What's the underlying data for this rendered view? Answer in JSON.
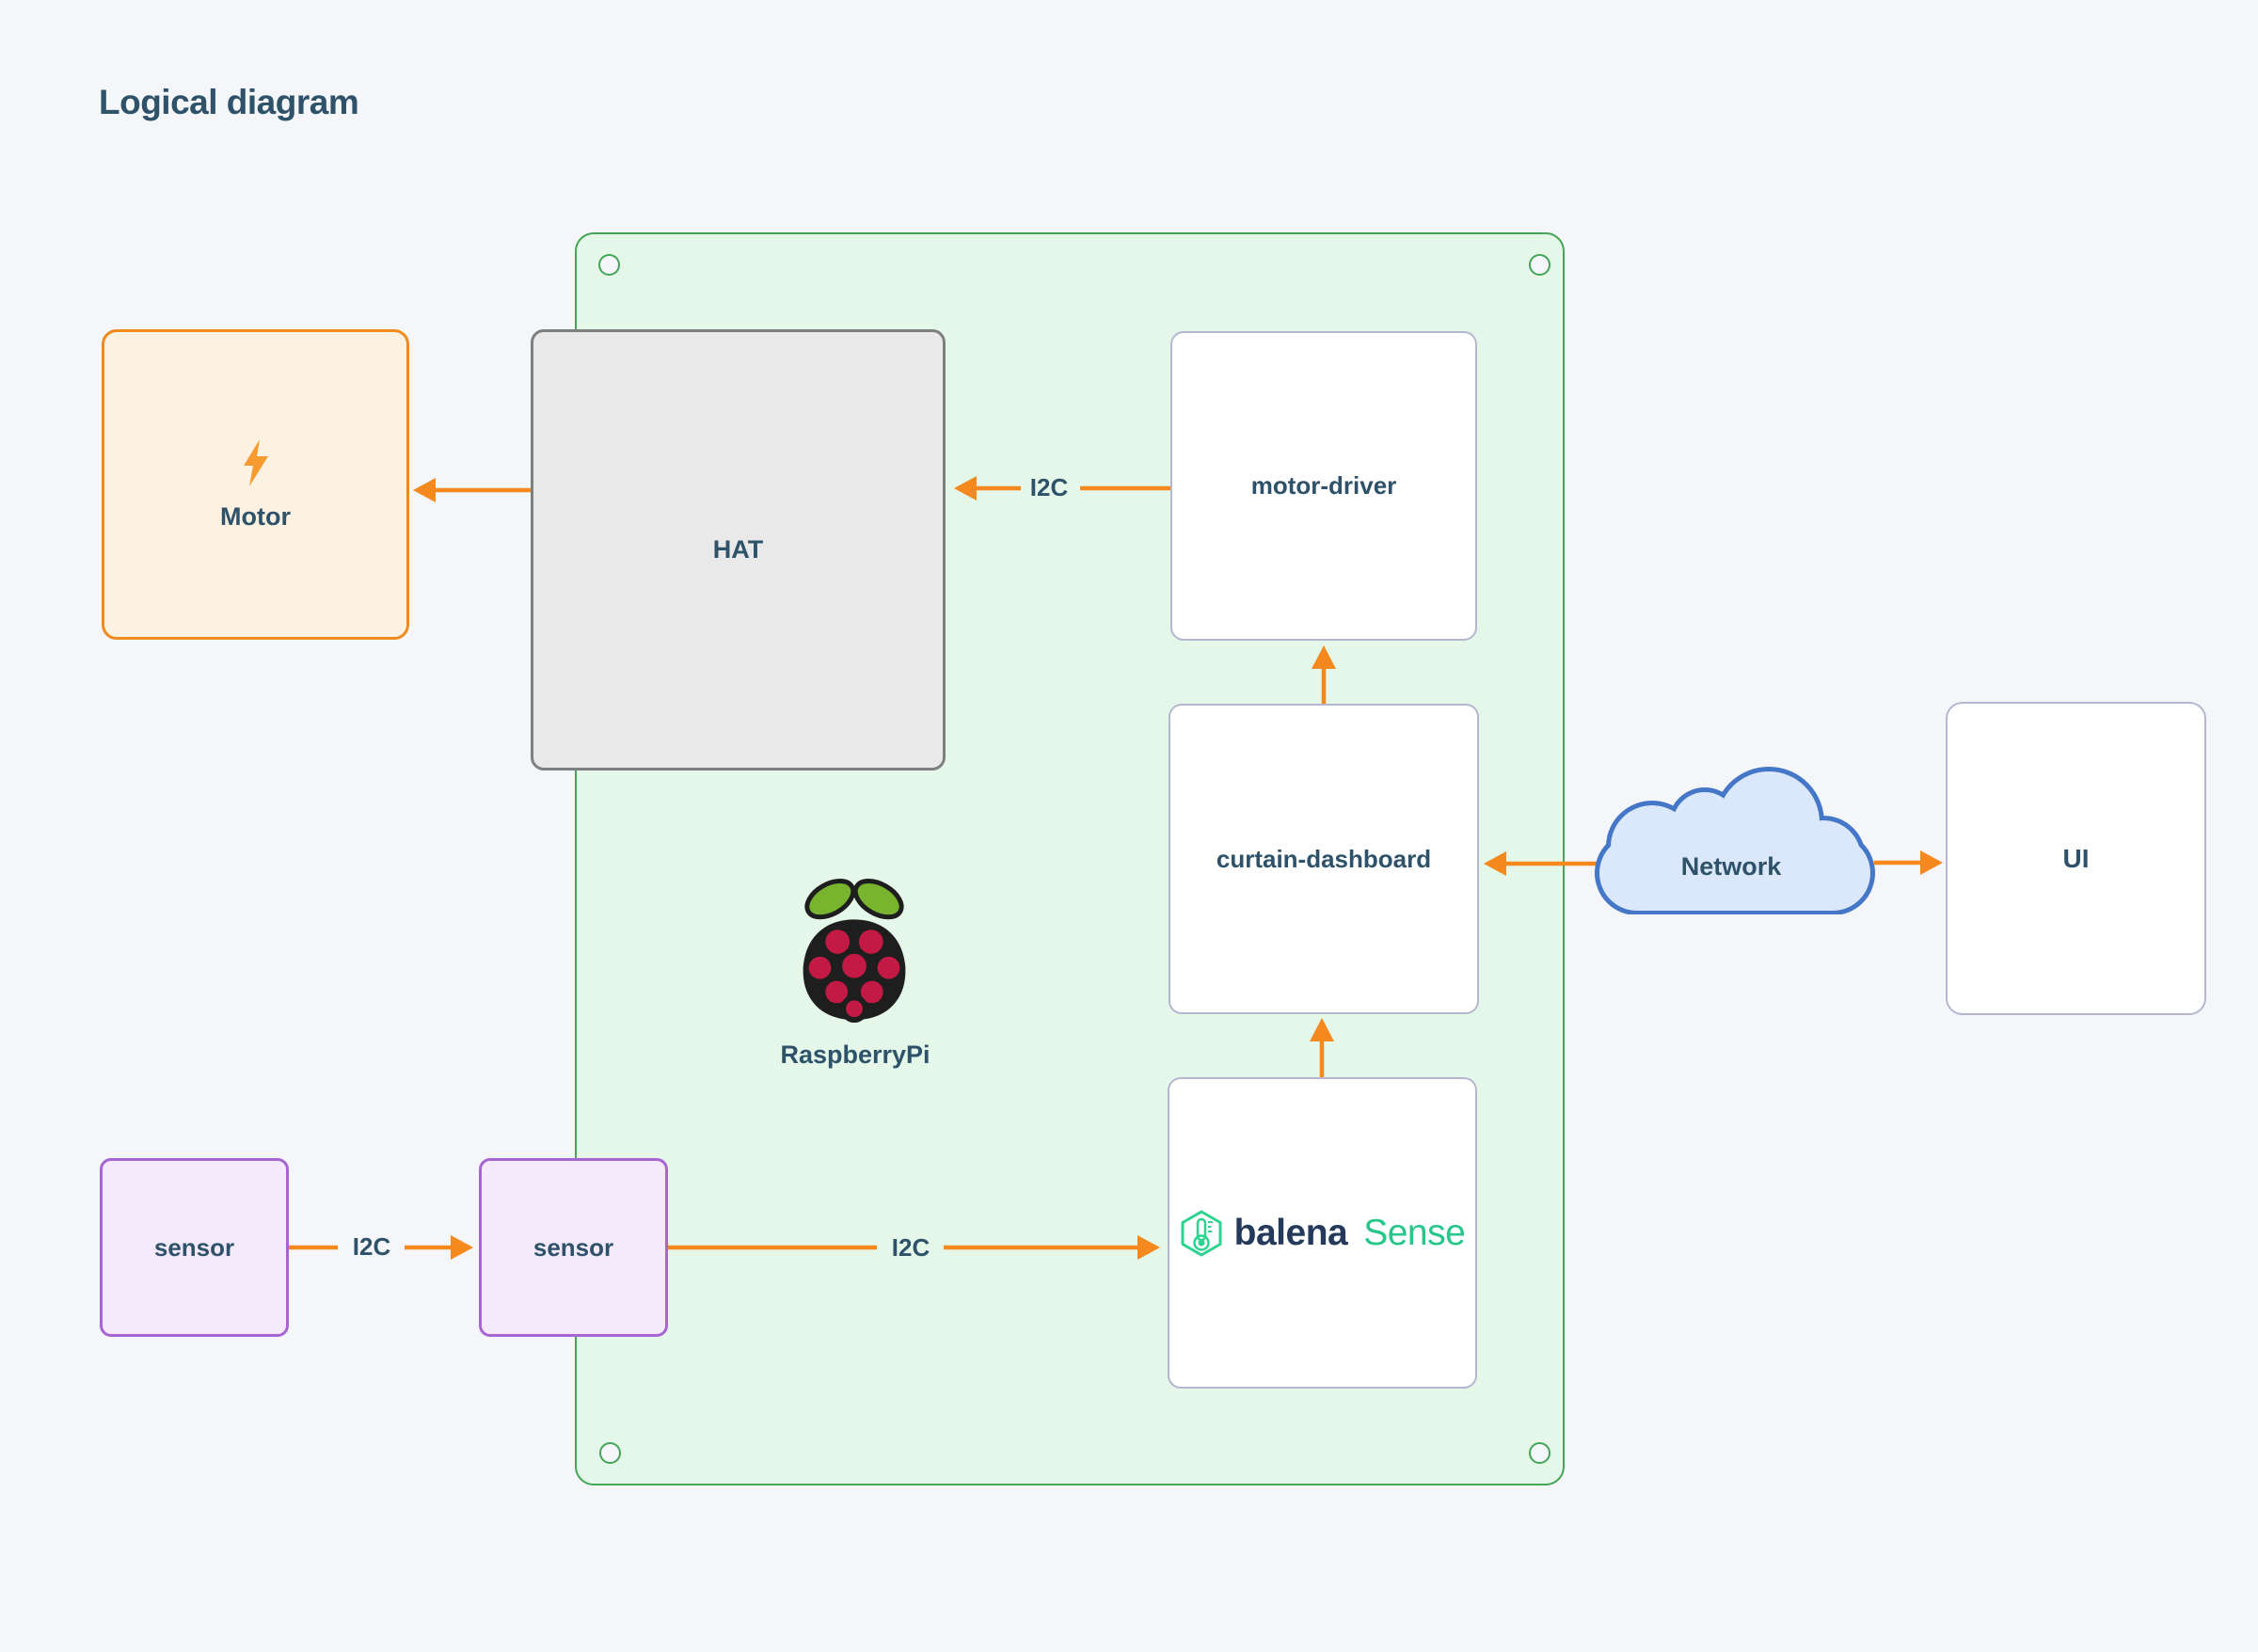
{
  "title": "Logical diagram",
  "nodes": {
    "motor": {
      "label": "Motor"
    },
    "hat": {
      "label": "HAT"
    },
    "motor_driver": {
      "label": "motor-driver"
    },
    "curtain_dashboard": {
      "label": "curtain-dashboard"
    },
    "balena_sense": {
      "brand": "balena",
      "product": "Sense"
    },
    "sensor_external": {
      "label": "sensor"
    },
    "sensor_onboard": {
      "label": "sensor"
    },
    "network": {
      "label": "Network"
    },
    "ui": {
      "label": "UI"
    },
    "raspberry_pi": {
      "caption": "RaspberryPi"
    }
  },
  "edge_labels": {
    "motor_driver_to_hat": "I2C",
    "sensor_to_sensor": "I2C",
    "sensor_to_balena_sense": "I2C"
  },
  "colors": {
    "background": "#f4f6fa",
    "text": "#2e5269",
    "arrow": "#f5891d",
    "board_fill": "#e4f7e9",
    "board_border": "#43a556",
    "motor_fill": "#fdf1e2",
    "motor_border": "#f0891e",
    "hat_fill": "#e9e9e9",
    "hat_border": "#7d7f80",
    "white_box_border": "#b4b7cf",
    "sensor_fill": "#f5e9fc",
    "sensor_border": "#a765d4",
    "cloud_fill": "#dbe7fb",
    "cloud_border": "#4577c8",
    "balena_navy": "#25395a",
    "balena_green": "#27c78b",
    "raspberry_red": "#c21a45",
    "raspberry_leaf": "#79b42e"
  }
}
